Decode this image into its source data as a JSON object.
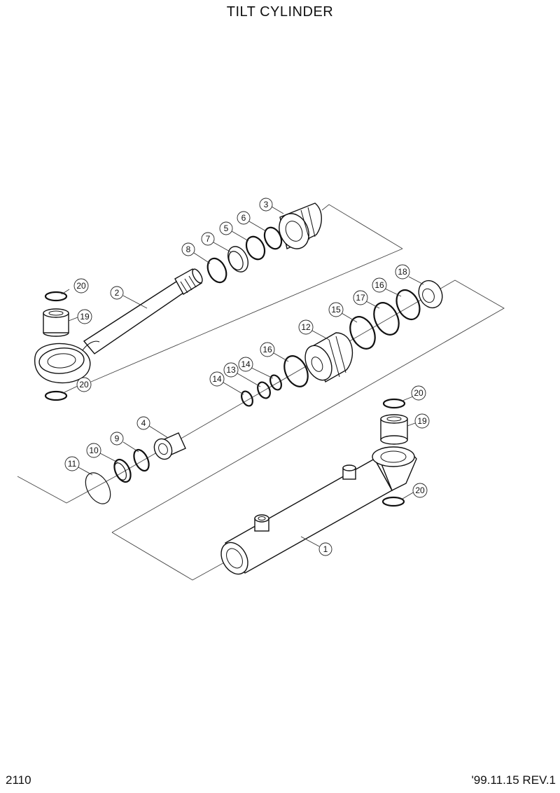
{
  "header": {
    "title": "TILT CYLINDER"
  },
  "footer": {
    "page_number": "2110",
    "revision": "'99.11.15 REV.1"
  },
  "callouts": [
    {
      "id": "c3",
      "label": "3"
    },
    {
      "id": "c6",
      "label": "6"
    },
    {
      "id": "c5",
      "label": "5"
    },
    {
      "id": "c7",
      "label": "7"
    },
    {
      "id": "c8",
      "label": "8"
    },
    {
      "id": "c2",
      "label": "2"
    },
    {
      "id": "c20a",
      "label": "20"
    },
    {
      "id": "c19a",
      "label": "19"
    },
    {
      "id": "c20b",
      "label": "20"
    },
    {
      "id": "c18",
      "label": "18"
    },
    {
      "id": "c16a",
      "label": "16"
    },
    {
      "id": "c17",
      "label": "17"
    },
    {
      "id": "c15",
      "label": "15"
    },
    {
      "id": "c12",
      "label": "12"
    },
    {
      "id": "c16b",
      "label": "16"
    },
    {
      "id": "c14a",
      "label": "14"
    },
    {
      "id": "c13",
      "label": "13"
    },
    {
      "id": "c14b",
      "label": "14"
    },
    {
      "id": "c4",
      "label": "4"
    },
    {
      "id": "c9",
      "label": "9"
    },
    {
      "id": "c10",
      "label": "10"
    },
    {
      "id": "c11",
      "label": "11"
    },
    {
      "id": "c20c",
      "label": "20"
    },
    {
      "id": "c19b",
      "label": "19"
    },
    {
      "id": "c20d",
      "label": "20"
    },
    {
      "id": "c1",
      "label": "1"
    }
  ]
}
